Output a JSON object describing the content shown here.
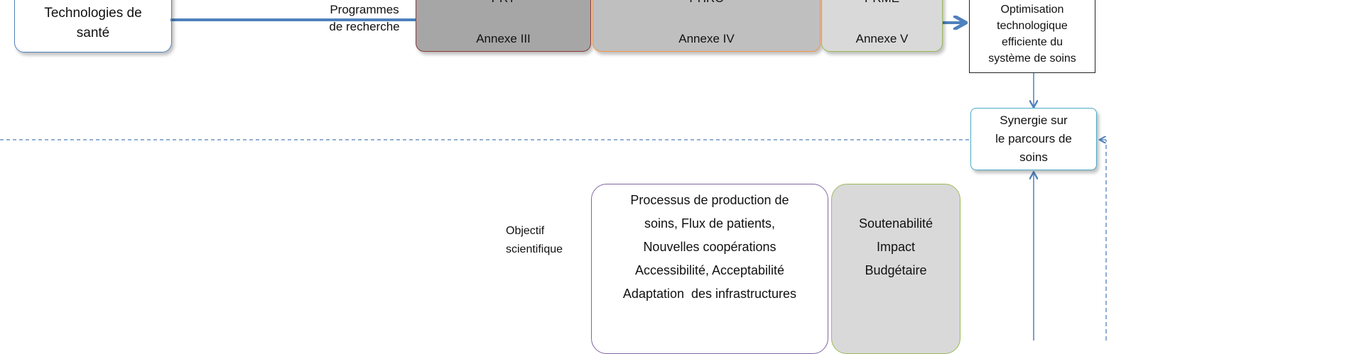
{
  "tech_box": {
    "lines": [
      "Technologies de",
      "santé"
    ]
  },
  "programmes_label": {
    "lines": [
      "Programmes",
      "de recherche"
    ]
  },
  "programs": [
    {
      "name": "PRT",
      "annex": "Annexe III",
      "fill": "#a6a6a6",
      "border": "#8c3a3a"
    },
    {
      "name": "PHRC",
      "annex": "Annexe IV",
      "fill": "#bfbfbf",
      "border": "#f79646"
    },
    {
      "name": "PRME",
      "annex": "Annexe V",
      "fill": "#d9d9d9",
      "border": "#9bbb59"
    }
  ],
  "optimisation_box": {
    "lines": [
      "Optimisation",
      "technologique",
      "efficiente du",
      "système de soins"
    ]
  },
  "synergie_box": {
    "lines": [
      "Synergie sur",
      "le parcours de",
      "soins"
    ]
  },
  "objectif_label": {
    "lines": [
      "Objectif",
      "scientifique"
    ]
  },
  "processus_box": {
    "lines": [
      "Processus de production de",
      "soins, Flux de patients,",
      "Nouvelles coopérations",
      "Accessibilité, Acceptabilité",
      "Adaptation  des infrastructures"
    ]
  },
  "soutenabilite_box": {
    "lines": [
      "Soutenabilité",
      "Impact",
      "Budgétaire"
    ]
  },
  "colors": {
    "arrow": "#4f81bd",
    "dashed": "#4f81bd",
    "synergie_border": "#4bacc6",
    "processus_border": "#8064a2"
  }
}
